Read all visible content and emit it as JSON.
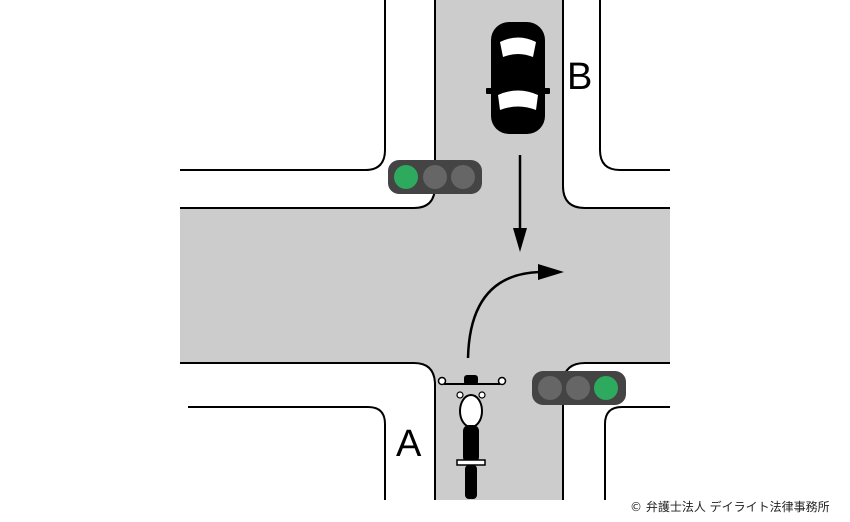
{
  "labels": {
    "vehicle_a": "A",
    "vehicle_b": "B"
  },
  "credit": "© 弁護士法人 デイライト法律事務所",
  "colors": {
    "road": "#cccccc",
    "signal_housing": "#444444",
    "signal_off": "#666666",
    "signal_green": "#2eaa5e",
    "ink": "#000000"
  },
  "icons": {
    "vehicle_a": "motorcycle-icon",
    "vehicle_b": "car-icon"
  }
}
